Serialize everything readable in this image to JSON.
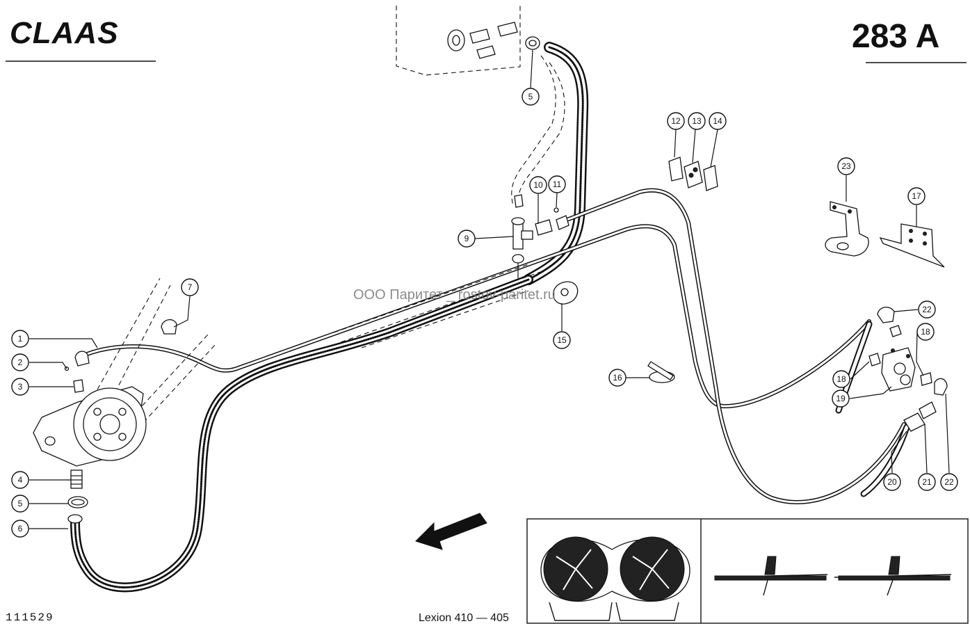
{
  "header": {
    "brand": "CLAAS",
    "page_code": "283 A"
  },
  "footer": {
    "drawing_number": "111529",
    "model": "Lexion 410 — 405"
  },
  "watermark": "ООО Паритет _ rostov-paritet.ru",
  "callouts": [
    {
      "id": "c1",
      "label": "1"
    },
    {
      "id": "c2",
      "label": "2"
    },
    {
      "id": "c3",
      "label": "3"
    },
    {
      "id": "c4",
      "label": "4"
    },
    {
      "id": "c5a",
      "label": "5"
    },
    {
      "id": "c5b",
      "label": "5"
    },
    {
      "id": "c6",
      "label": "6"
    },
    {
      "id": "c7",
      "label": "7"
    },
    {
      "id": "c9",
      "label": "9"
    },
    {
      "id": "c10",
      "label": "10"
    },
    {
      "id": "c11",
      "label": "11"
    },
    {
      "id": "c12",
      "label": "12"
    },
    {
      "id": "c13",
      "label": "13"
    },
    {
      "id": "c14",
      "label": "14"
    },
    {
      "id": "c15",
      "label": "15"
    },
    {
      "id": "c16",
      "label": "16"
    },
    {
      "id": "c17",
      "label": "17"
    },
    {
      "id": "c18a",
      "label": "18"
    },
    {
      "id": "c18b",
      "label": "18"
    },
    {
      "id": "c19",
      "label": "19"
    },
    {
      "id": "c20",
      "label": "20"
    },
    {
      "id": "c21",
      "label": "21"
    },
    {
      "id": "c22a",
      "label": "22"
    },
    {
      "id": "c22b",
      "label": "22"
    },
    {
      "id": "c23",
      "label": "23"
    }
  ],
  "colors": {
    "ink": "#111111",
    "paper": "#ffffff",
    "watermark": "#777777"
  }
}
